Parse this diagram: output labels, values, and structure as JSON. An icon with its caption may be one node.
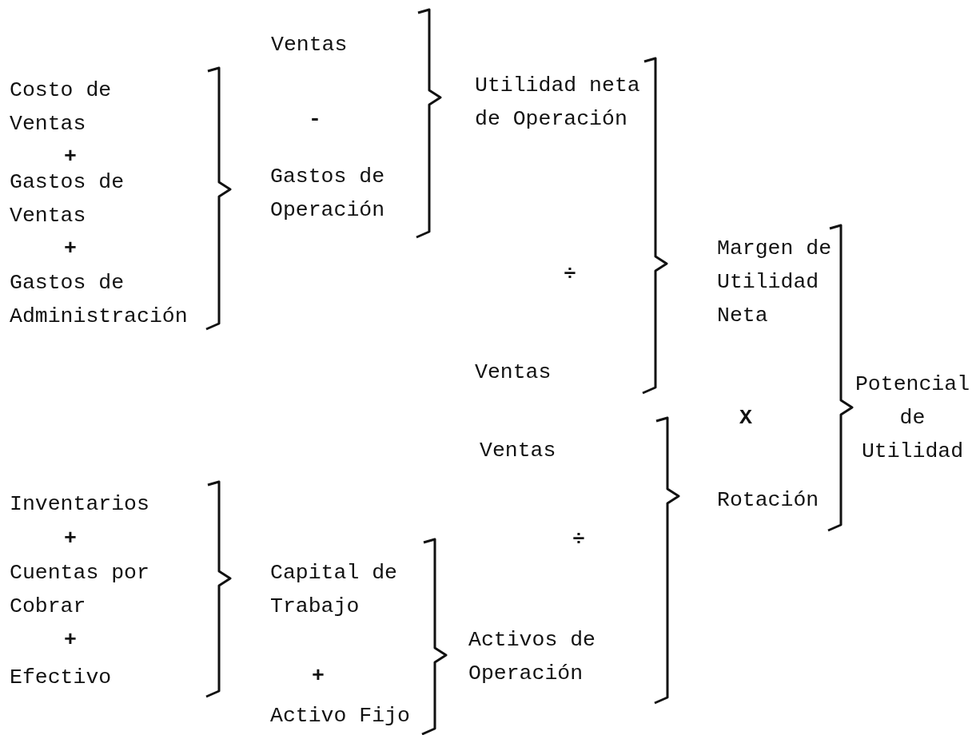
{
  "diagram": {
    "labels": [
      "Ventas",
      "Costo de Ventas",
      "Utilidad neta de Operación",
      "-",
      "+",
      "Gastos de Ventas",
      "Gastos de Operación",
      "+",
      "Margen de Utilidad Neta",
      "Gastos de Administración",
      "÷",
      "Ventas",
      "Potencial de Utilidad",
      "X",
      "Ventas",
      "Inventarios",
      "Rotación",
      "+",
      "÷",
      "Cuentas por Cobrar",
      "Capital de Trabajo",
      "+",
      "Activos de Operación",
      "Efectivo",
      "+",
      "Activo Fijo"
    ]
  }
}
